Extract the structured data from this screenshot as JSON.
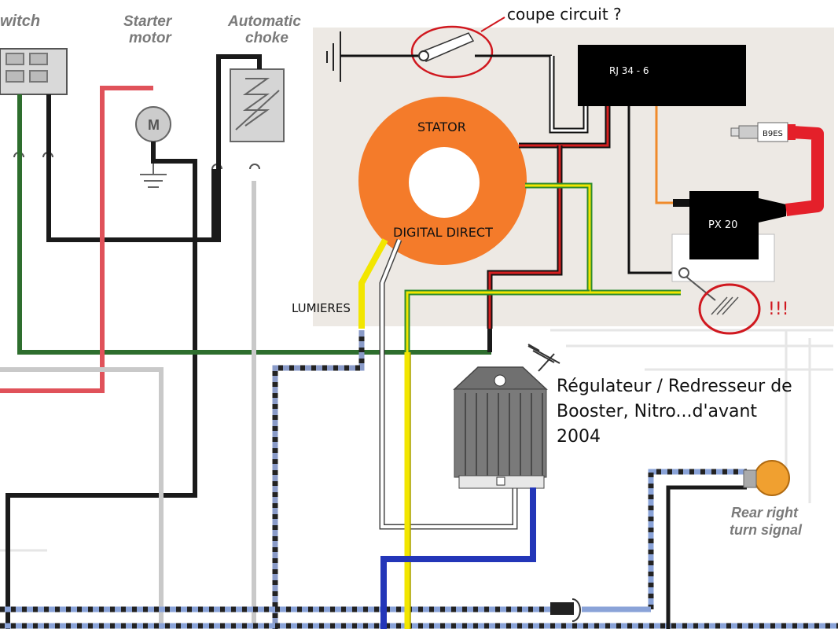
{
  "diagram": {
    "background_labels": {
      "switch": "witch",
      "starter_motor": "Starter motor",
      "starter_line1": "Starter",
      "starter_line2": "motor",
      "choke_line1": "Automatic",
      "choke_line2": "choke",
      "motor_symbol": "M",
      "rear_signal_line1": "Rear right",
      "rear_signal_line2": "turn signal"
    },
    "overlay_labels": {
      "coupe_circuit": "coupe circuit ?",
      "cdi_unit": "RJ 34 - 6",
      "stator_top": "STATOR",
      "stator_bottom": "DIGITAL DIRECT",
      "spark_plug": "B9ES",
      "ignition_coil": "PX 20",
      "lights": "LUMIERES",
      "warning": "!!!",
      "regulator_line1": "Régulateur / Redresseur de",
      "regulator_line2": "Booster, Nitro...d'avant",
      "regulator_line3": "2004"
    },
    "colors": {
      "stator": "#f47b2a",
      "black_wire": "#111111",
      "red_wire": "#d62020",
      "green_wire": "#2e7d32",
      "yellow_wire": "#f2e600",
      "blue_wire": "#2336b8",
      "orange_wire": "#f08a2a",
      "annotation_red": "#d0181f",
      "overlay_bg": "#ede9e4",
      "turn_signal": "#f0a030"
    }
  }
}
